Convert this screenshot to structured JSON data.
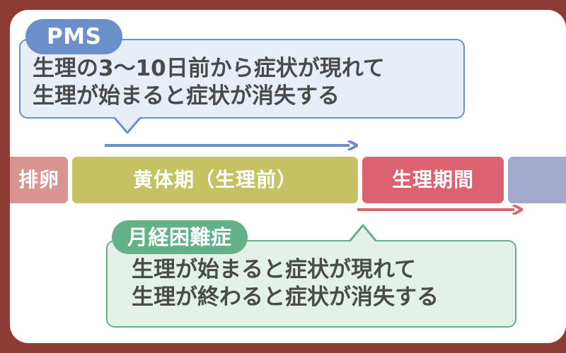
{
  "frame": {
    "border_color": "#8c3b35",
    "card_background": "#ffffff"
  },
  "pms_callout": {
    "badge_label": "PMS",
    "badge_color": "#6b8fc9",
    "body_background": "#e8eef8",
    "border_color": "#6b8fc9",
    "text_color": "#4a4a4a",
    "line1": "生理の3〜10日前から症状が現れて",
    "line2": "生理が始まると症状が消失する",
    "body_text": "生理の3〜10日前から症状が現れて\n生理が始まると症状が消失する"
  },
  "dysmenorrhea_callout": {
    "badge_label": "月経困難症",
    "badge_color": "#63b189",
    "body_background": "#e3f1e8",
    "border_color": "#63b189",
    "text_color": "#4a4a4a",
    "line1": "生理が始まると症状が現れて",
    "line2": "生理が終わると症状が消失する",
    "body_text": "生理が始まると症状が現れて\n生理が終わると症状が消失する"
  },
  "timeline": {
    "segments": [
      {
        "label": "排卵",
        "color": "#d79490",
        "name": "ovulation"
      },
      {
        "label": "黄体期（生理前）",
        "color": "#c6c263",
        "name": "luteal-phase"
      },
      {
        "label": "生理期間",
        "color": "#dc6272",
        "name": "menstrual-period"
      },
      {
        "label": "",
        "color": "#a4a8cd",
        "name": "follicular-phase"
      }
    ]
  },
  "arrows": {
    "pms_span": {
      "color": "#6b8fc9",
      "direction": "right"
    },
    "dysmenorrhea_span": {
      "color": "#d9656f",
      "direction": "right"
    }
  }
}
